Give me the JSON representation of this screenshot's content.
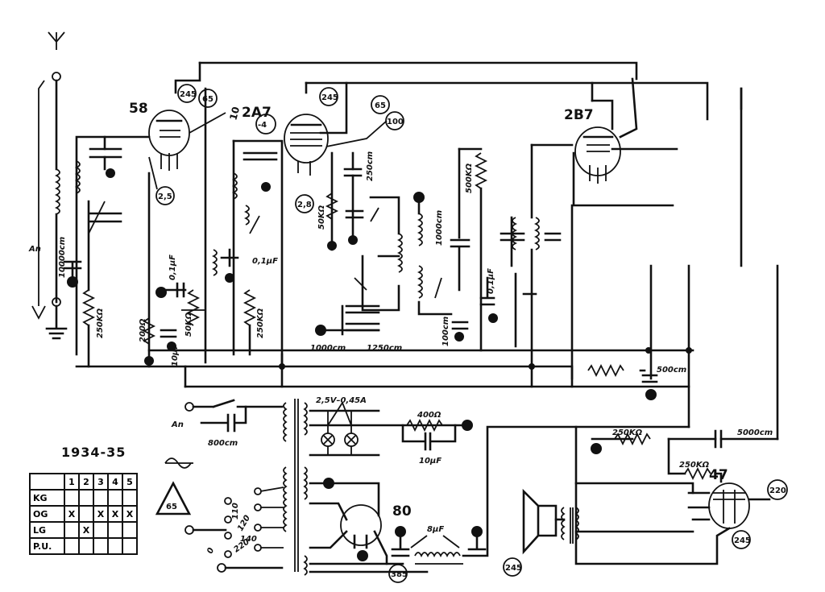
{
  "tubes": {
    "t58": "58",
    "t2a7": "2A7",
    "t2b7": "2B7",
    "t80": "80",
    "t47": "47"
  },
  "circled": {
    "c245a": "245",
    "c65a": "65",
    "c10": "10",
    "c4": "-4",
    "c245b": "245",
    "c65b": "65",
    "c100": "100",
    "c25": "2,5",
    "c28": "2,8",
    "c220": "220",
    "c245c": "245",
    "c385": "385",
    "c245d": "245",
    "c65c": "65"
  },
  "labels": {
    "an_top": "An",
    "an_bottom": "An",
    "c10000": "10000cm",
    "r250k_a": "250KΩ",
    "r200": "200Ω",
    "c10uf_a": "10μF",
    "r50k_a": "50KΩ",
    "c01uf_a": "0,1μF",
    "c01uf_b": "0,1μF",
    "r250k_b": "250KΩ",
    "r50k_b": "50KΩ",
    "c250": "250cm",
    "c1000a": "1000cm",
    "c1250": "1250cm",
    "c1000b": "1000cm",
    "c100": "100cm",
    "r500k": "500KΩ",
    "c01uf_c": "0,1μF",
    "c500": "500cm",
    "c800": "800cm",
    "heater": "2,5V–0,45A",
    "r400": "400Ω",
    "c10uf_b": "10μF",
    "c8uf": "8μF",
    "r250k_c": "250KΩ",
    "c5000": "5000cm",
    "r250k_d": "250KΩ",
    "v110": "110",
    "v120": "120",
    "v140": "140",
    "v220": "220",
    "v0": "0"
  },
  "year": "1934-35",
  "table": {
    "headers": [
      "",
      "1",
      "2",
      "3",
      "4",
      "5"
    ],
    "rows": [
      {
        "label": "KG",
        "cells": [
          "",
          "",
          "",
          "",
          ""
        ]
      },
      {
        "label": "OG",
        "cells": [
          "X",
          "",
          "X",
          "X",
          "X"
        ]
      },
      {
        "label": "LG",
        "cells": [
          "",
          "X",
          "",
          "",
          ""
        ]
      },
      {
        "label": "P.U.",
        "cells": [
          "",
          "",
          "",
          "",
          ""
        ]
      }
    ]
  }
}
